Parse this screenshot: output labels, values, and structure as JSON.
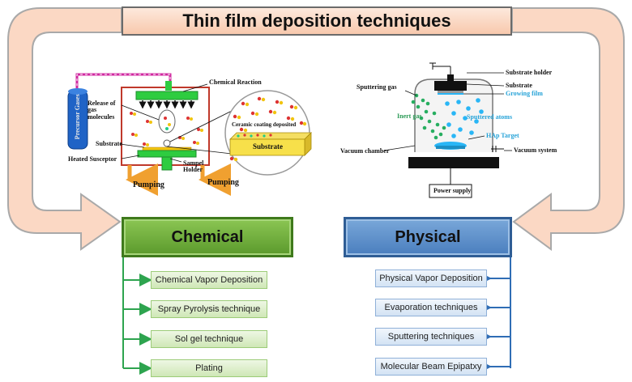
{
  "title": "Thin film deposition techniques",
  "chemical": {
    "label": "Chemical",
    "items": [
      "Chemical Vapor Deposition",
      "Spray Pyrolysis technique",
      "Sol gel technique",
      "Plating"
    ],
    "diagram": {
      "precursor": "Precursor Gases",
      "chemical_reaction": "Chemical Reaction",
      "release": "Release of gas molecules",
      "substrate_left": "Substrate",
      "heated_susceptor": "Heated Susceptor",
      "sample_holder": "Sampel Holder",
      "pumping_left": "Pumping",
      "pumping_right": "Pumping",
      "ceramic": "Ceramic coating deposited",
      "substrate_block": "Substrate"
    }
  },
  "physical": {
    "label": "Physical",
    "items": [
      "Physical Vapor Deposition",
      "Evaporation techniques",
      "Sputtering techniques",
      "Molecular Beam Epipatxy"
    ],
    "diagram": {
      "substrate_holder": "Substrate holder",
      "substrate": "Substrate",
      "growing_film": "Growing film",
      "sputtering_gas": "Sputtering gas",
      "inert_gas": "Inert gas",
      "sputtered_atoms": "Sputtered atoms",
      "hap_target": "HAp Target",
      "vacuum_chamber": "Vacuum chamber",
      "vacuum_system": "Vacuum system",
      "power_supply": "Power supply"
    }
  },
  "colors": {
    "arrow_fill": "#fbd8c4",
    "arrow_stroke": "#a9a9a9",
    "chemical_green": "#5b9a2c",
    "physical_blue": "#4a7ebe",
    "chamber_red": "#c0392b",
    "holder_green": "#2ecc40",
    "atoms_blue": "#29b6f6",
    "gas_green": "#27ae60"
  }
}
